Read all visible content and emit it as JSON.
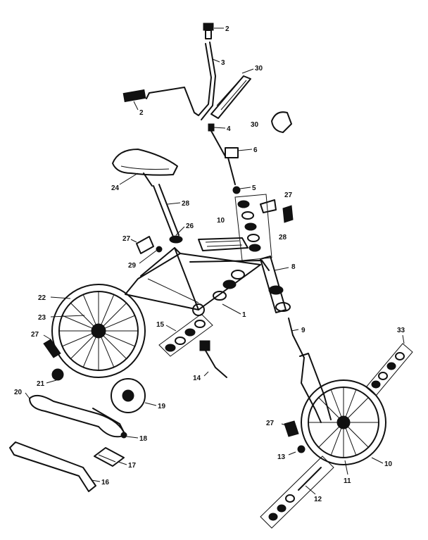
{
  "labels": {
    "l2a": "2",
    "l2b": "2",
    "l3": "3",
    "l30a": "30",
    "l30b": "30",
    "l4": "4",
    "l6": "6",
    "l5": "5",
    "l27a": "27",
    "l28a": "28",
    "l24": "24",
    "l28b": "28",
    "l26": "26",
    "l10a": "10",
    "l27b": "27",
    "l29": "29",
    "l8": "8",
    "l22": "22",
    "l23": "23",
    "l1": "1",
    "l15": "15",
    "l27c": "27",
    "l9": "9",
    "l33": "33",
    "l21": "21",
    "l14": "14",
    "l20": "20",
    "l19": "19",
    "l27d": "27",
    "l18": "18",
    "l13": "13",
    "l10b": "10",
    "l17": "17",
    "l11": "11",
    "l16": "16",
    "l12": "12"
  },
  "colors": {
    "ink": "#111111",
    "paper": "#ffffff"
  }
}
